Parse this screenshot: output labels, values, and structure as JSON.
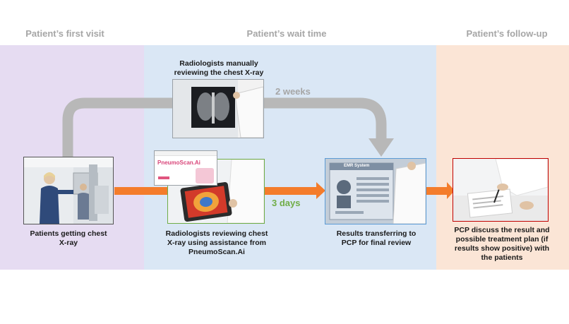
{
  "phases": {
    "first_visit": "Patient’s first visit",
    "wait_time": "Patient’s wait time",
    "follow_up": "Patient’s follow-up"
  },
  "steps": {
    "xray": "Patients getting chest X-ray",
    "manual_review": "Radiologists manually reviewing the chest X-ray",
    "ai_review": "Radiologists reviewing chest X-ray using assistance from PneumoScan.Ai",
    "transfer": "Results transferring to PCP for final review",
    "discuss": "PCP discuss the result and possible treatment plan (if results show positive) with the patients"
  },
  "durations": {
    "manual": "2 weeks",
    "ai": "3 days"
  },
  "screen_labels": {
    "app_name": "PneumoScan.Ai",
    "emr": "EMR System"
  },
  "colors": {
    "phase1_band": "#e6dcf2",
    "phase2_band": "#dae7f5",
    "phase3_band": "#fbe5d6",
    "gray_arrow": "#b8b8b8",
    "orange_arrow": "#f47c2b",
    "green_text": "#70ad47",
    "border_green": "#70ad47",
    "border_blue": "#5b9bd5",
    "border_red": "#c00000"
  }
}
